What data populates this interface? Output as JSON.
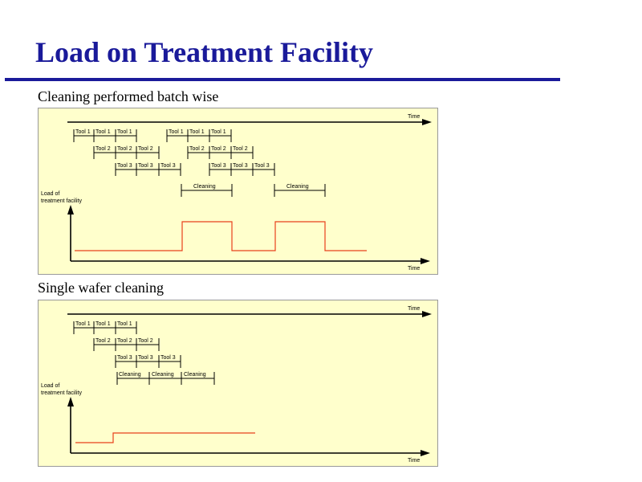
{
  "slide": {
    "title": "Load on Treatment Facility",
    "accent_color": "#1a1a9a",
    "load_line_color": "#e8401c",
    "panel_background": "#ffffcc"
  },
  "panels": [
    {
      "subtitle": "Cleaning performed batch wise",
      "time_label": "Time",
      "load_label_line1": "Load of",
      "load_label_line2": "treatment facility",
      "rows": [
        [
          "Tool 1",
          "Tool 1",
          "Tool 1",
          "Tool 1",
          "Tool 1",
          "Tool 1"
        ],
        [
          "Tool 2",
          "Tool 2",
          "Tool 2",
          "Tool 2",
          "Tool 2",
          "Tool 2"
        ],
        [
          "Tool 3",
          "Tool 3",
          "Tool 3",
          "Tool 3",
          "Tool 3",
          "Tool 3"
        ],
        [
          "Cleaning",
          "Cleaning"
        ]
      ]
    },
    {
      "subtitle": "Single wafer cleaning",
      "time_label": "Time",
      "load_label_line1": "Load of",
      "load_label_line2": "treatment facility",
      "rows": [
        [
          "Tool 1",
          "Tool 1",
          "Tool 1"
        ],
        [
          "Tool 2",
          "Tool 2",
          "Tool 2"
        ],
        [
          "Tool 3",
          "Tool 3",
          "Tool 3"
        ],
        [
          "Cleaning",
          "Cleaning",
          "Cleaning"
        ]
      ]
    }
  ]
}
